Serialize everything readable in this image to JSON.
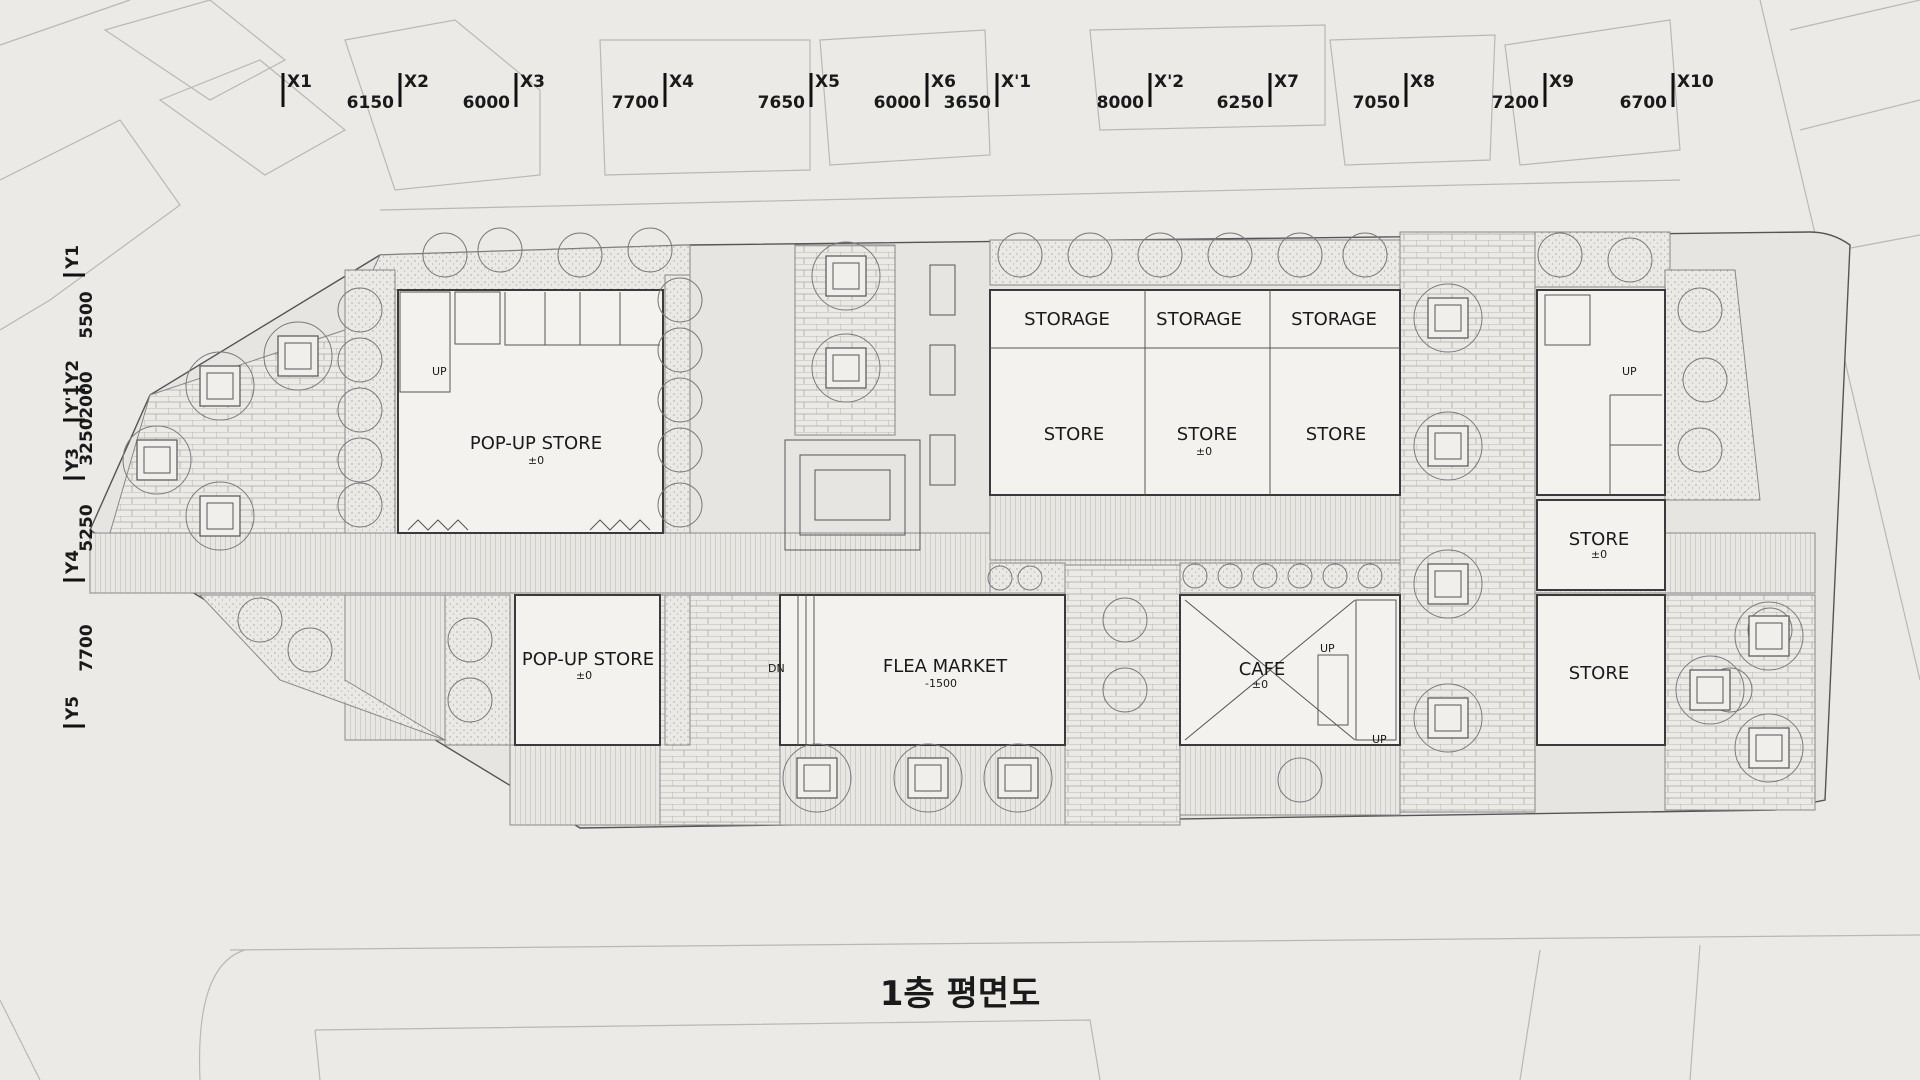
{
  "title": "1층 평면도",
  "grid_x": [
    {
      "label": "X1"
    },
    {
      "label": "X2"
    },
    {
      "label": "X3"
    },
    {
      "label": "X4"
    },
    {
      "label": "X5"
    },
    {
      "label": "X6"
    },
    {
      "label": "X'1"
    },
    {
      "label": "X'2"
    },
    {
      "label": "X7"
    },
    {
      "label": "X8"
    },
    {
      "label": "X9"
    },
    {
      "label": "X10"
    }
  ],
  "dims_x": [
    "6150",
    "6000",
    "7700",
    "7650",
    "6000",
    "3650",
    "8000",
    "6250",
    "7050",
    "7200",
    "6700"
  ],
  "grid_y": [
    "Y1",
    "Y2",
    "Y'1",
    "Y3",
    "Y4",
    "Y5"
  ],
  "dims_y": [
    "5500",
    "2000",
    "3250",
    "5250",
    "7700"
  ],
  "rooms": {
    "popup_store_1": {
      "name": "POP-UP STORE",
      "level": "±0"
    },
    "popup_store_2": {
      "name": "POP-UP STORE",
      "level": "±0"
    },
    "flea_market": {
      "name": "FLEA MARKET",
      "level": "-1500"
    },
    "cafe": {
      "name": "CAFE",
      "level": "±0"
    },
    "storage_1": {
      "name": "STORAGE"
    },
    "storage_2": {
      "name": "STORAGE"
    },
    "storage_3": {
      "name": "STORAGE"
    },
    "store_1": {
      "name": "STORE"
    },
    "store_2": {
      "name": "STORE",
      "level": "±0"
    },
    "store_3": {
      "name": "STORE"
    },
    "store_4": {
      "name": "STORE",
      "level": "±0"
    },
    "store_5": {
      "name": "STORE"
    }
  },
  "stair_marks": {
    "up": "UP",
    "dn": "DN"
  },
  "colors": {
    "background": "#ebeae6",
    "line": "#3a3a3a",
    "context": "#b9b8b3"
  }
}
